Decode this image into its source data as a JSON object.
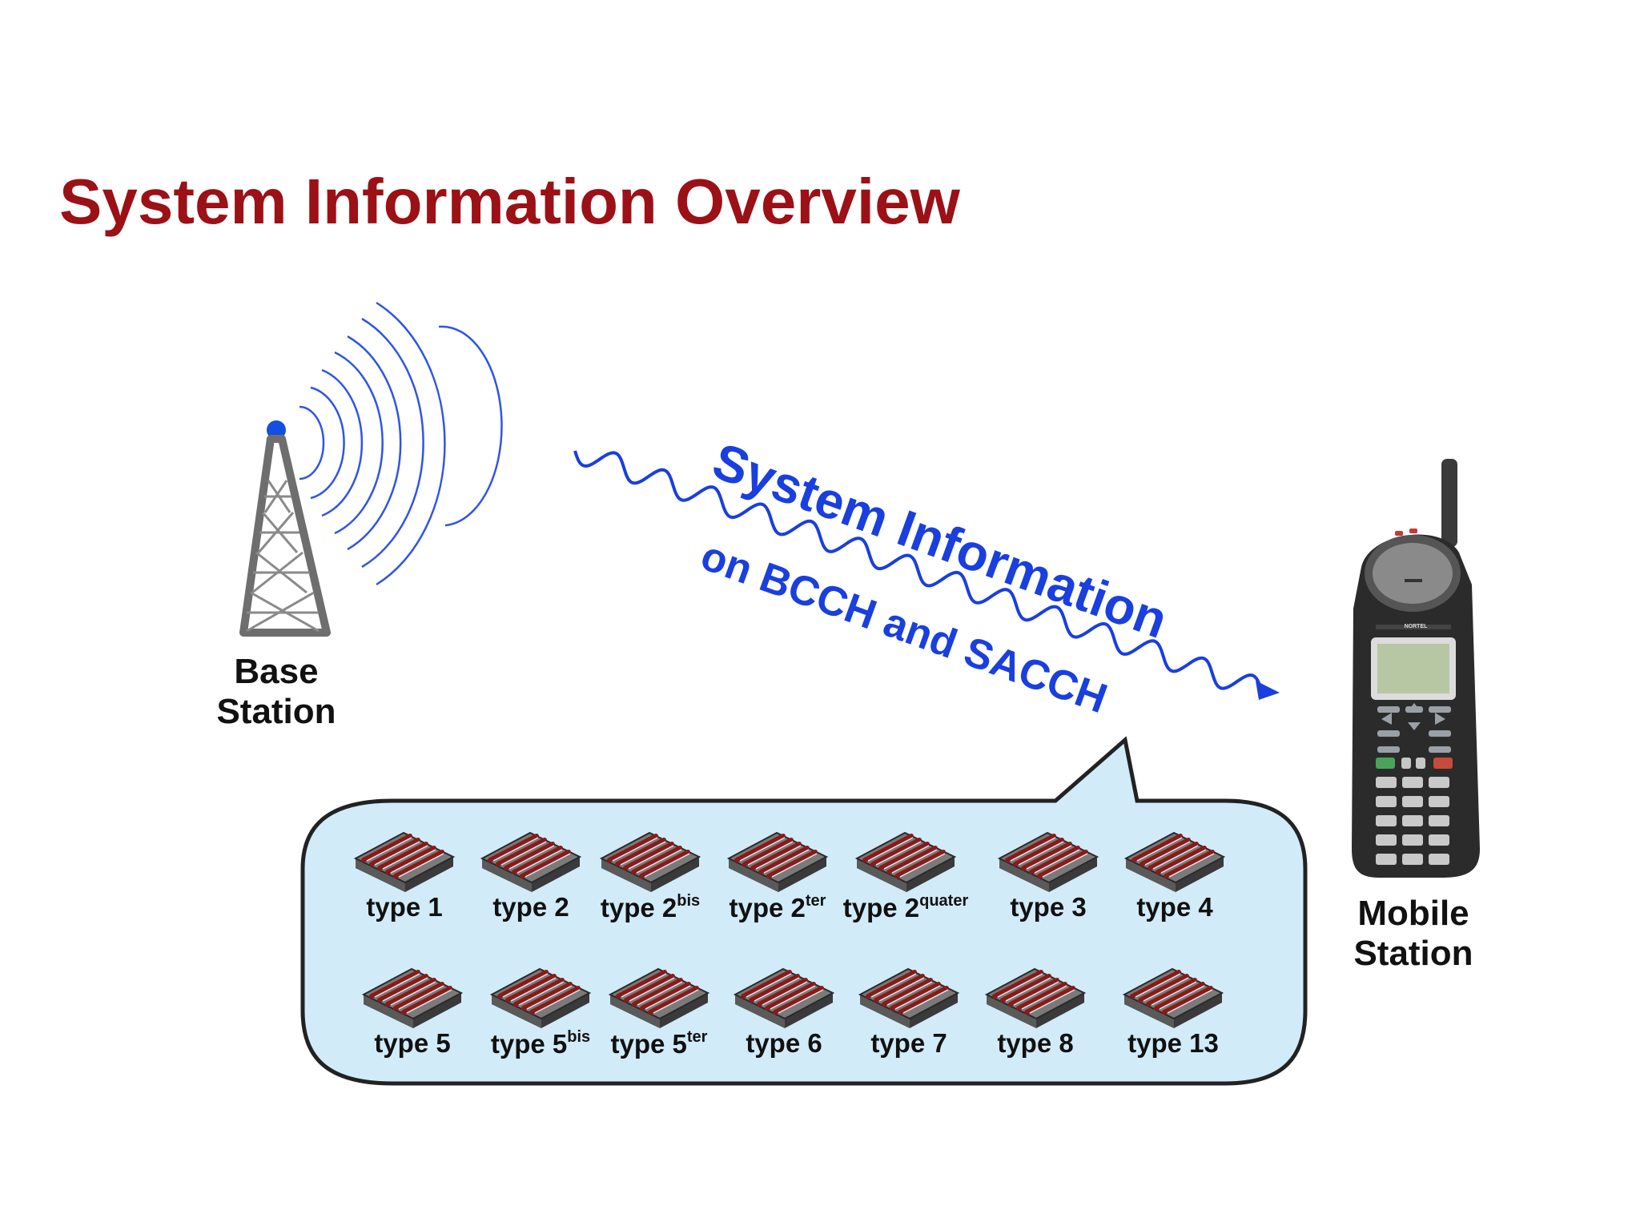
{
  "title": "System Information Overview",
  "base_station": {
    "line1": "Base",
    "line2": "Station"
  },
  "mobile_station": {
    "line1": "Mobile",
    "line2": "Station",
    "brand": "NORTEL"
  },
  "message": {
    "line1": "System Information",
    "line2": "on BCCH and SACCH"
  },
  "types_row1": [
    {
      "base": "type 1",
      "sup": ""
    },
    {
      "base": "type 2",
      "sup": ""
    },
    {
      "base": "type 2",
      "sup": "bis"
    },
    {
      "base": "type 2",
      "sup": "ter"
    },
    {
      "base": "type 2",
      "sup": "quater"
    },
    {
      "base": "type 3",
      "sup": ""
    },
    {
      "base": "type 4",
      "sup": ""
    }
  ],
  "types_row2": [
    {
      "base": "type 5",
      "sup": ""
    },
    {
      "base": "type 5",
      "sup": "bis"
    },
    {
      "base": "type 5",
      "sup": "ter"
    },
    {
      "base": "type 6",
      "sup": ""
    },
    {
      "base": "type 7",
      "sup": ""
    },
    {
      "base": "type 8",
      "sup": ""
    },
    {
      "base": "type 13",
      "sup": ""
    }
  ],
  "colors": {
    "title": "#9b1116",
    "signal": "#1a3fdf",
    "bubble_fill": "#d2ebf8",
    "bubble_stroke": "#222222",
    "stripe": "#8a1a1a"
  }
}
